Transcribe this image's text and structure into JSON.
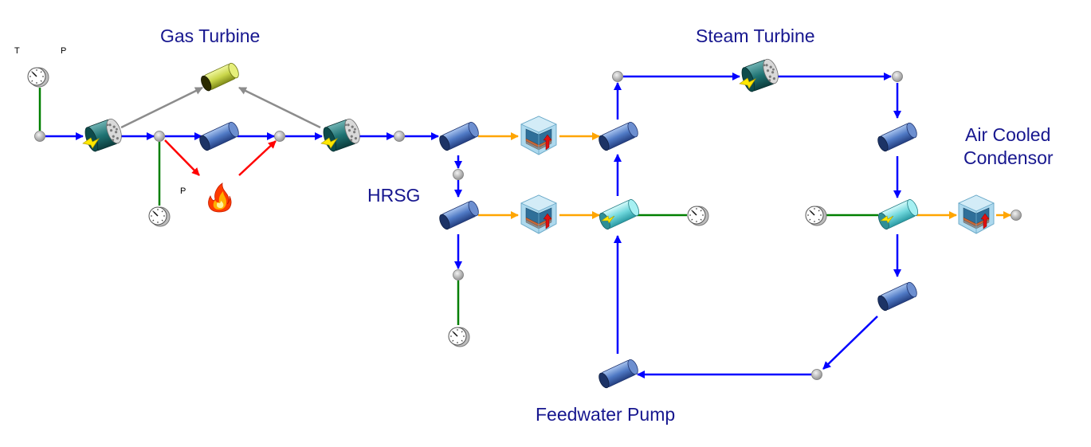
{
  "labels": {
    "gas_turbine": "Gas Turbine",
    "steam_turbine": "Steam Turbine",
    "hrsg": "HRSG",
    "acc_line1": "Air Cooled",
    "acc_line2": "Condensor",
    "feedwater_pump": "Feedwater Pump",
    "t_label": "T",
    "p_label_top": "P",
    "p_label_burner": "P"
  },
  "icons": {
    "gauge": "gauge-icon",
    "node": "node-icon",
    "pipe": "pipe-icon",
    "turbine": "turbine-icon",
    "flame": "flame-icon",
    "heat_exchanger": "heat-exchanger-icon",
    "shaft": "shaft-icon",
    "condenser": "condenser-icon"
  },
  "colors": {
    "water_steam": "#0000ff",
    "exhaust_gas": "#ffa500",
    "fuel": "#ff0000",
    "sensor": "#007f00",
    "mechanical": "#8c8c8c",
    "title_text": "#17178f"
  }
}
